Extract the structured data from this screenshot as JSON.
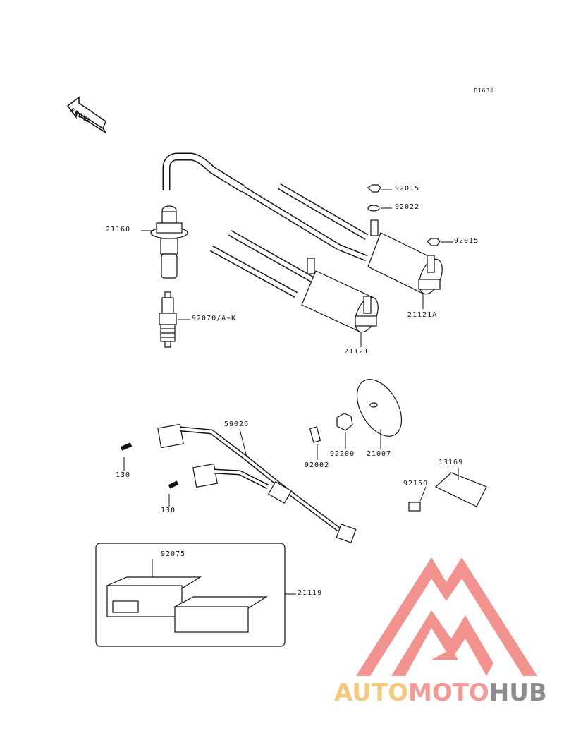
{
  "diagram_code": "E1630",
  "front_label": "FRONT",
  "parts": {
    "p21160": "21160",
    "p92070": "92070/A~K",
    "p92015a": "92015",
    "p92022": "92022",
    "p92015b": "92015",
    "p21121A": "21121A",
    "p21121": "21121",
    "p59026": "59026",
    "p130a": "130",
    "p130b": "130",
    "p92002": "92002",
    "p92200": "92200",
    "p21007": "21007",
    "p13169": "13169",
    "p92150": "92150",
    "p92075": "92075",
    "p21119": "21119"
  },
  "watermark": {
    "part1": "AUTO",
    "part2": "MOTO",
    "part3": "HUB"
  },
  "colors": {
    "line": "#111111",
    "watermark_red": "#ee6f6a",
    "watermark_yellow": "#f6c87e",
    "watermark_grey": "#8c8c8c"
  }
}
